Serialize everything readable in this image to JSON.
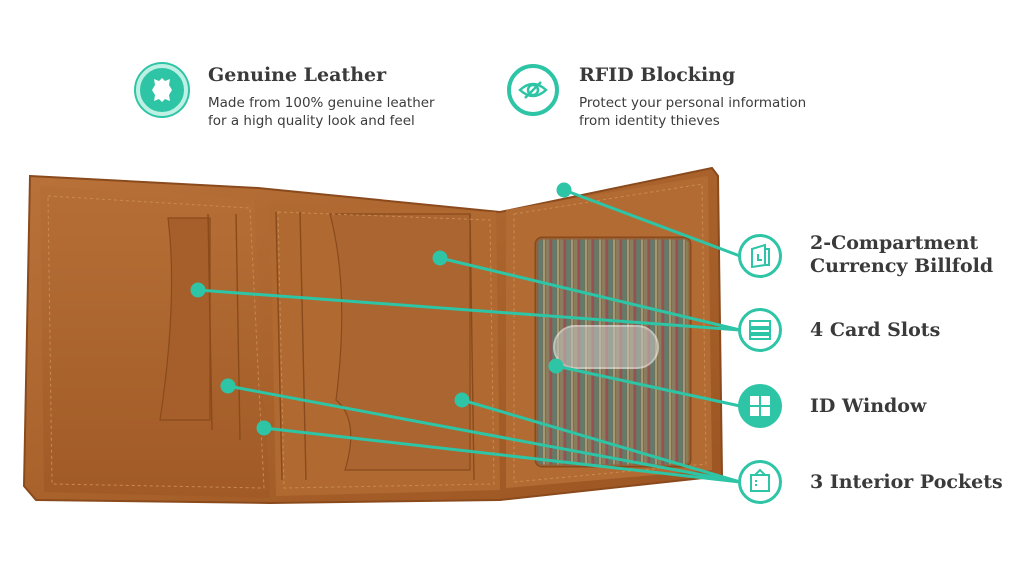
{
  "features": [
    {
      "icon": "leather-hide-icon",
      "title": "Genuine Leather",
      "desc_line1": "Made from 100% genuine leather",
      "desc_line2": "for a high quality look and feel"
    },
    {
      "icon": "eye-slash-icon",
      "title": "RFID Blocking",
      "desc_line1": "Protect your personal information",
      "desc_line2": "from identity thieves"
    }
  ],
  "callouts": [
    {
      "icon": "billfold-icon",
      "line1": "2-Compartment",
      "line2": "Currency Billfold"
    },
    {
      "icon": "card-slots-icon",
      "line1": "4 Card Slots"
    },
    {
      "icon": "window-grid-icon",
      "line1": "ID Window"
    },
    {
      "icon": "pocket-icon",
      "line1": "3 Interior Pockets"
    }
  ],
  "colors": {
    "accent": "#2ec4a6",
    "leather": "#b0672e",
    "text": "#3a3a3a"
  },
  "image": {
    "subject": "trifold-leather-wallet-photo"
  }
}
